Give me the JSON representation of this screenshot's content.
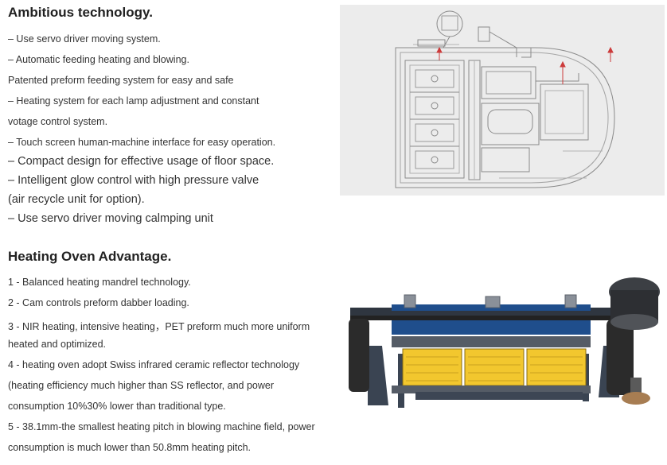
{
  "section1": {
    "title": "Ambitious technology.",
    "lines": [
      "– Use servo driver moving system.",
      "– Automatic feeding heating and blowing.",
      "Patented preform feeding system for easy and safe",
      "– Heating system for each lamp adjustment and constant",
      "votage control system.",
      "– Touch screen human-machine interface for easy operation.",
      "– Compact design for effective usage of floor space.",
      "– Intelligent glow control with high pressure valve",
      "(air recycle unit for option).",
      "– Use servo driver moving calmping unit"
    ]
  },
  "section2": {
    "title": "Heating Oven Advantage.",
    "lines": [
      "1 - Balanced heating mandrel technology.",
      "2 - Cam controls preform dabber loading.",
      "3 - NIR heating, intensive heating，PET preform much more uniform",
      "heated and optimized.",
      "4 - heating oven adopt Swiss infrared ceramic reflector technology",
      "(heating efficiency much higher than SS reflector, and power",
      "consumption 10%30% lower than traditional type.",
      "5 - 38.1mm-the smallest heating pitch in blowing machine field, power",
      "consumption is much lower than 50.8mm heating pitch."
    ]
  },
  "images": {
    "top": "machine-layout-drawing",
    "bottom": "heating-oven-render"
  }
}
